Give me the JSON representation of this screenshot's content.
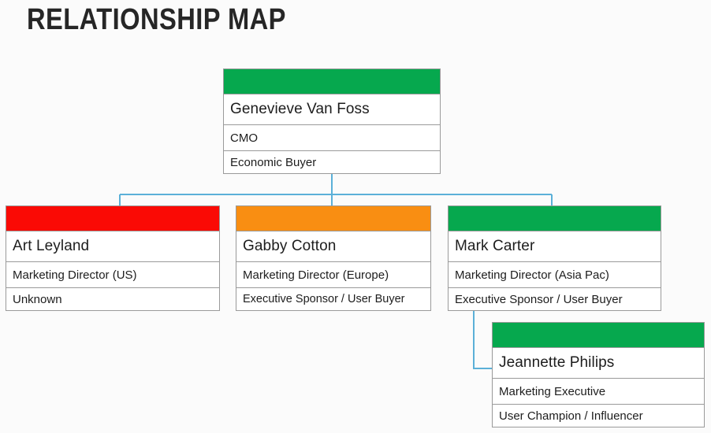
{
  "title": "RELATIONSHIP MAP",
  "colors": {
    "background": "#fbfbfb",
    "green": "#06a84e",
    "red": "#fa0a05",
    "orange": "#f98e12",
    "connector": "#5bb0d8",
    "card_border": "#9a9a9a",
    "text": "#1d1d1d"
  },
  "chart_data": {
    "type": "diagram",
    "title": "RELATIONSHIP MAP",
    "layout": "org-chart",
    "nodes": [
      {
        "id": "genevieve",
        "name": "Genevieve Van Foss",
        "role": "CMO",
        "tag": "Economic Buyer",
        "status_color": "#06a84e",
        "status": "green",
        "level": 0
      },
      {
        "id": "art",
        "name": "Art Leyland",
        "role": "Marketing Director (US)",
        "tag": "Unknown",
        "status_color": "#fa0a05",
        "status": "red",
        "level": 1
      },
      {
        "id": "gabby",
        "name": "Gabby Cotton",
        "role": "Marketing Director (Europe)",
        "tag": "Executive Sponsor / User Buyer",
        "status_color": "#f98e12",
        "status": "orange",
        "level": 1
      },
      {
        "id": "mark",
        "name": "Mark Carter",
        "role": "Marketing Director (Asia Pac)",
        "tag": "Executive Sponsor / User Buyer",
        "status_color": "#06a84e",
        "status": "green",
        "level": 1
      },
      {
        "id": "jeannette",
        "name": "Jeannette Philips",
        "role": "Marketing Executive",
        "tag": "User Champion / Influencer",
        "status_color": "#06a84e",
        "status": "green",
        "level": 2
      }
    ],
    "edges": [
      {
        "from": "genevieve",
        "to": "art"
      },
      {
        "from": "genevieve",
        "to": "gabby"
      },
      {
        "from": "genevieve",
        "to": "mark"
      },
      {
        "from": "mark",
        "to": "jeannette"
      }
    ]
  }
}
